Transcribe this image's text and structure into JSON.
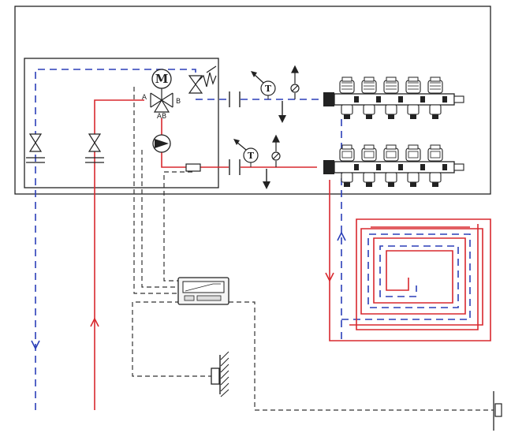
{
  "colors": {
    "supply": "#d8282e",
    "return": "#2b3fb8",
    "control": "#333333",
    "line": "#222222",
    "background": "#ffffff"
  },
  "labels": {
    "motor": "M",
    "port_a": "A",
    "port_b": "B",
    "port_ab": "AB",
    "thermometer_upper": "T",
    "thermometer_lower": "T"
  }
}
